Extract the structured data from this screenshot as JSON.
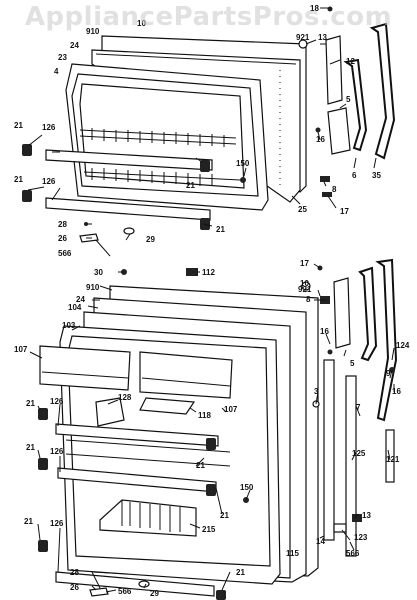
{
  "watermark": "AppliancePartsPros.com",
  "labels": [
    {
      "id": "l18a",
      "text": "18"
    },
    {
      "id": "l10a",
      "text": "10"
    },
    {
      "id": "l910a",
      "text": "910"
    },
    {
      "id": "l921a",
      "text": "921"
    },
    {
      "id": "l13a",
      "text": "13"
    },
    {
      "id": "l24a",
      "text": "24"
    },
    {
      "id": "l23a",
      "text": "23"
    },
    {
      "id": "l4a",
      "text": "4"
    },
    {
      "id": "l12a",
      "text": "12"
    },
    {
      "id": "l5a",
      "text": "5"
    },
    {
      "id": "l21a",
      "text": "21"
    },
    {
      "id": "l126a",
      "text": "126"
    },
    {
      "id": "l16a",
      "text": "16"
    },
    {
      "id": "l150a",
      "text": "150"
    },
    {
      "id": "l6a",
      "text": "6"
    },
    {
      "id": "l35a",
      "text": "35"
    },
    {
      "id": "l21b",
      "text": "21"
    },
    {
      "id": "l126b",
      "text": "126"
    },
    {
      "id": "l21c",
      "text": "21"
    },
    {
      "id": "l25a",
      "text": "25"
    },
    {
      "id": "l8a",
      "text": "8"
    },
    {
      "id": "l17a",
      "text": "17"
    },
    {
      "id": "l28a",
      "text": "28"
    },
    {
      "id": "l21d",
      "text": "21"
    },
    {
      "id": "l26a",
      "text": "26"
    },
    {
      "id": "l29a",
      "text": "29"
    },
    {
      "id": "l566a",
      "text": "566"
    },
    {
      "id": "l30",
      "text": "30"
    },
    {
      "id": "l112",
      "text": "112"
    },
    {
      "id": "l17b",
      "text": "17"
    },
    {
      "id": "l910b",
      "text": "910"
    },
    {
      "id": "l24b",
      "text": "24"
    },
    {
      "id": "l921b",
      "text": "921"
    },
    {
      "id": "l10b",
      "text": "10"
    },
    {
      "id": "l104",
      "text": "104"
    },
    {
      "id": "l8b",
      "text": "8"
    },
    {
      "id": "l103",
      "text": "103"
    },
    {
      "id": "l16b",
      "text": "16"
    },
    {
      "id": "l107a",
      "text": "107"
    },
    {
      "id": "l124",
      "text": "124"
    },
    {
      "id": "l5b",
      "text": "5"
    },
    {
      "id": "l9",
      "text": "9"
    },
    {
      "id": "l128",
      "text": "128"
    },
    {
      "id": "l16c",
      "text": "16"
    },
    {
      "id": "l21e",
      "text": "21"
    },
    {
      "id": "l126c",
      "text": "126"
    },
    {
      "id": "l118",
      "text": "118"
    },
    {
      "id": "l107b",
      "text": "107"
    },
    {
      "id": "l3",
      "text": "3"
    },
    {
      "id": "l7",
      "text": "7"
    },
    {
      "id": "l21f",
      "text": "21"
    },
    {
      "id": "l126d",
      "text": "126"
    },
    {
      "id": "l21g",
      "text": "21"
    },
    {
      "id": "l125",
      "text": "125"
    },
    {
      "id": "l121",
      "text": "121"
    },
    {
      "id": "l150b",
      "text": "150"
    },
    {
      "id": "l21h",
      "text": "21"
    },
    {
      "id": "l215",
      "text": "215"
    },
    {
      "id": "l13b",
      "text": "13"
    },
    {
      "id": "l21i",
      "text": "21"
    },
    {
      "id": "l126e",
      "text": "126"
    },
    {
      "id": "l14",
      "text": "14"
    },
    {
      "id": "l115",
      "text": "115"
    },
    {
      "id": "l123",
      "text": "123"
    },
    {
      "id": "l566b",
      "text": "566"
    },
    {
      "id": "l28b",
      "text": "28"
    },
    {
      "id": "l21j",
      "text": "21"
    },
    {
      "id": "l26b",
      "text": "26"
    },
    {
      "id": "l566c",
      "text": "566"
    },
    {
      "id": "l29b",
      "text": "29"
    }
  ]
}
